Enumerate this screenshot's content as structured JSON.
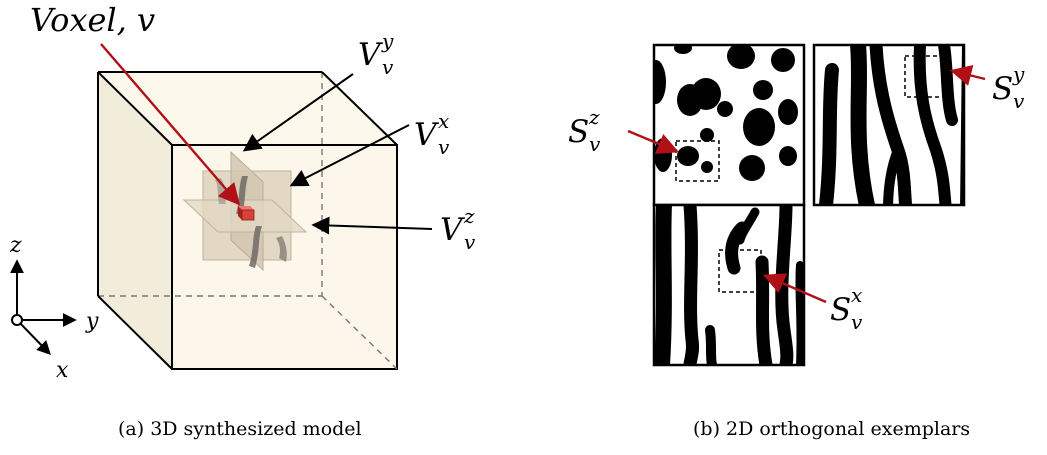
{
  "panel_a": {
    "voxel_label": "Voxel, v",
    "plane_labels": [
      {
        "main": "V",
        "sup": "y",
        "sub": "v"
      },
      {
        "main": "V",
        "sup": "x",
        "sub": "v"
      },
      {
        "main": "V",
        "sup": "z",
        "sub": "v"
      }
    ],
    "axes": {
      "z": "z",
      "y": "y",
      "x": "x"
    },
    "caption": "(a) 3D synthesized model"
  },
  "panel_b": {
    "exemplar_labels": [
      {
        "main": "S",
        "sup": "z",
        "sub": "v"
      },
      {
        "main": "S",
        "sup": "y",
        "sub": "v"
      },
      {
        "main": "S",
        "sup": "x",
        "sub": "v"
      }
    ],
    "caption": "(b) 2D orthogonal exemplars"
  },
  "colors": {
    "cube_fill": "#fbf6e9",
    "cube_side": "#f4efe0",
    "accent_red": "#b01016",
    "voxel": "#d9403a"
  }
}
